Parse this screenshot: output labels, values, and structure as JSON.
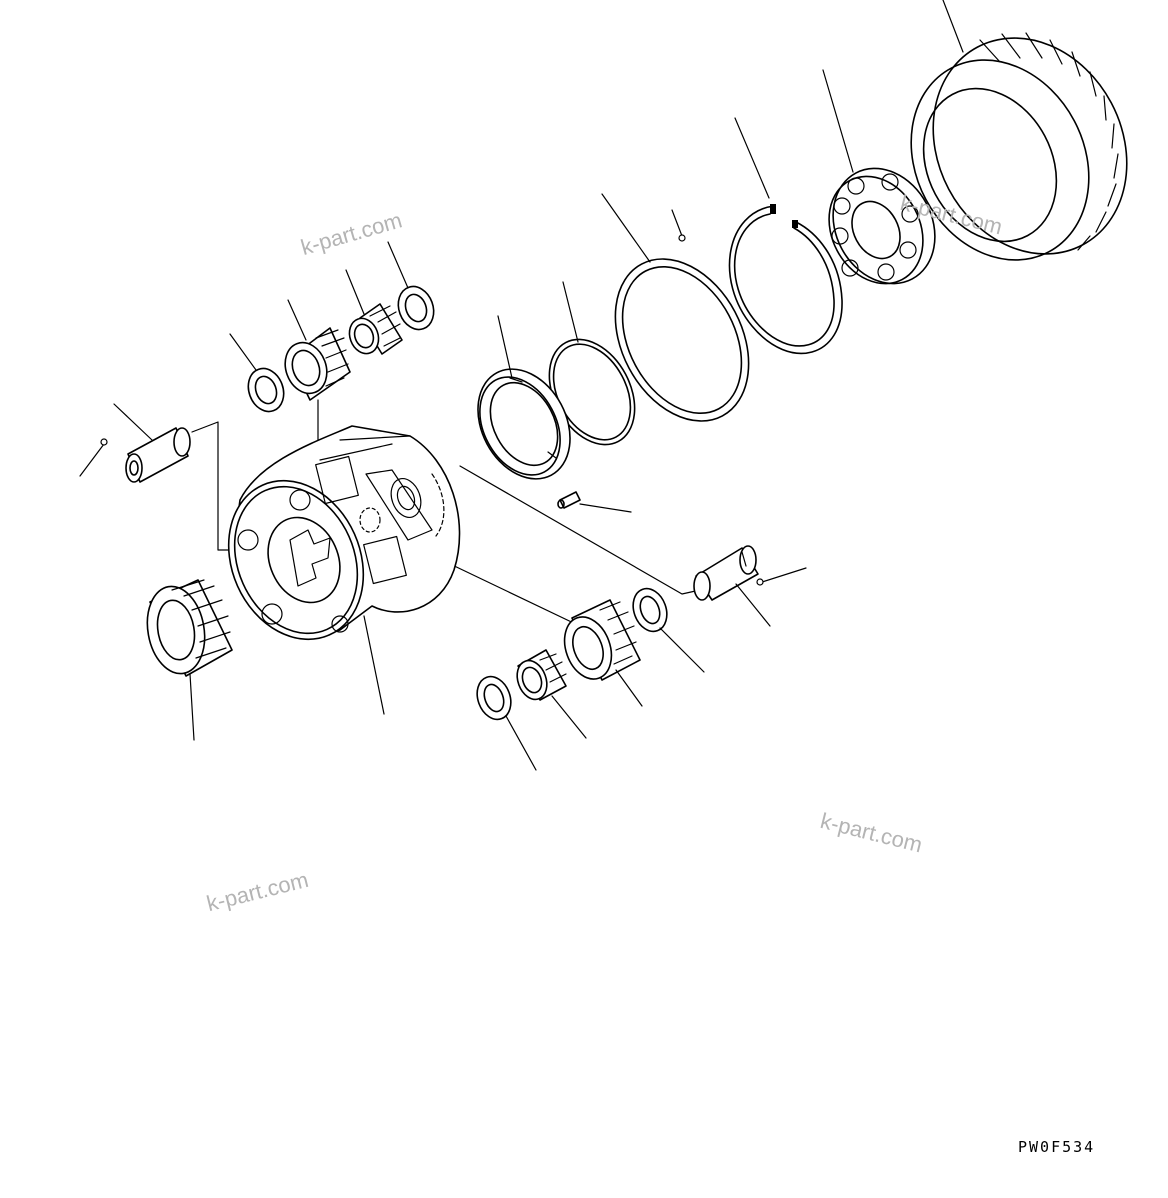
{
  "diagram": {
    "drawing_code": "PW0F534",
    "watermarks": [
      "k-part.com",
      "k-part.com",
      "k-part.com",
      "k-part.com"
    ]
  }
}
